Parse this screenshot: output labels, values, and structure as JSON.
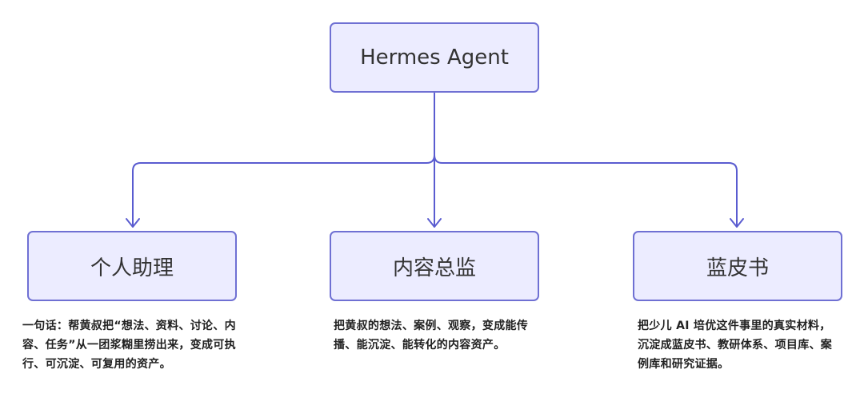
{
  "diagram": {
    "root": {
      "label": "Hermes Agent"
    },
    "children": [
      {
        "label": "个人助理",
        "description": "一句话：帮黄叔把“想法、资料、讨论、内容、任务”从一团浆糊里捞出来，变成可执行、可沉淀、可复用的资产。"
      },
      {
        "label": "内容总监",
        "description": "把黄叔的想法、案例、观察，变成能传播、能沉淀、能转化的内容资产。"
      },
      {
        "label": "蓝皮书",
        "description": "把少儿 AI 培优这件事里的真实材料，沉淀成蓝皮书、教研体系、项目库、案例库和研究证据。"
      }
    ]
  },
  "colors": {
    "node_fill": "#ececff",
    "node_border": "#6f70d3",
    "connector": "#5a5cd0",
    "text": "#333333"
  }
}
